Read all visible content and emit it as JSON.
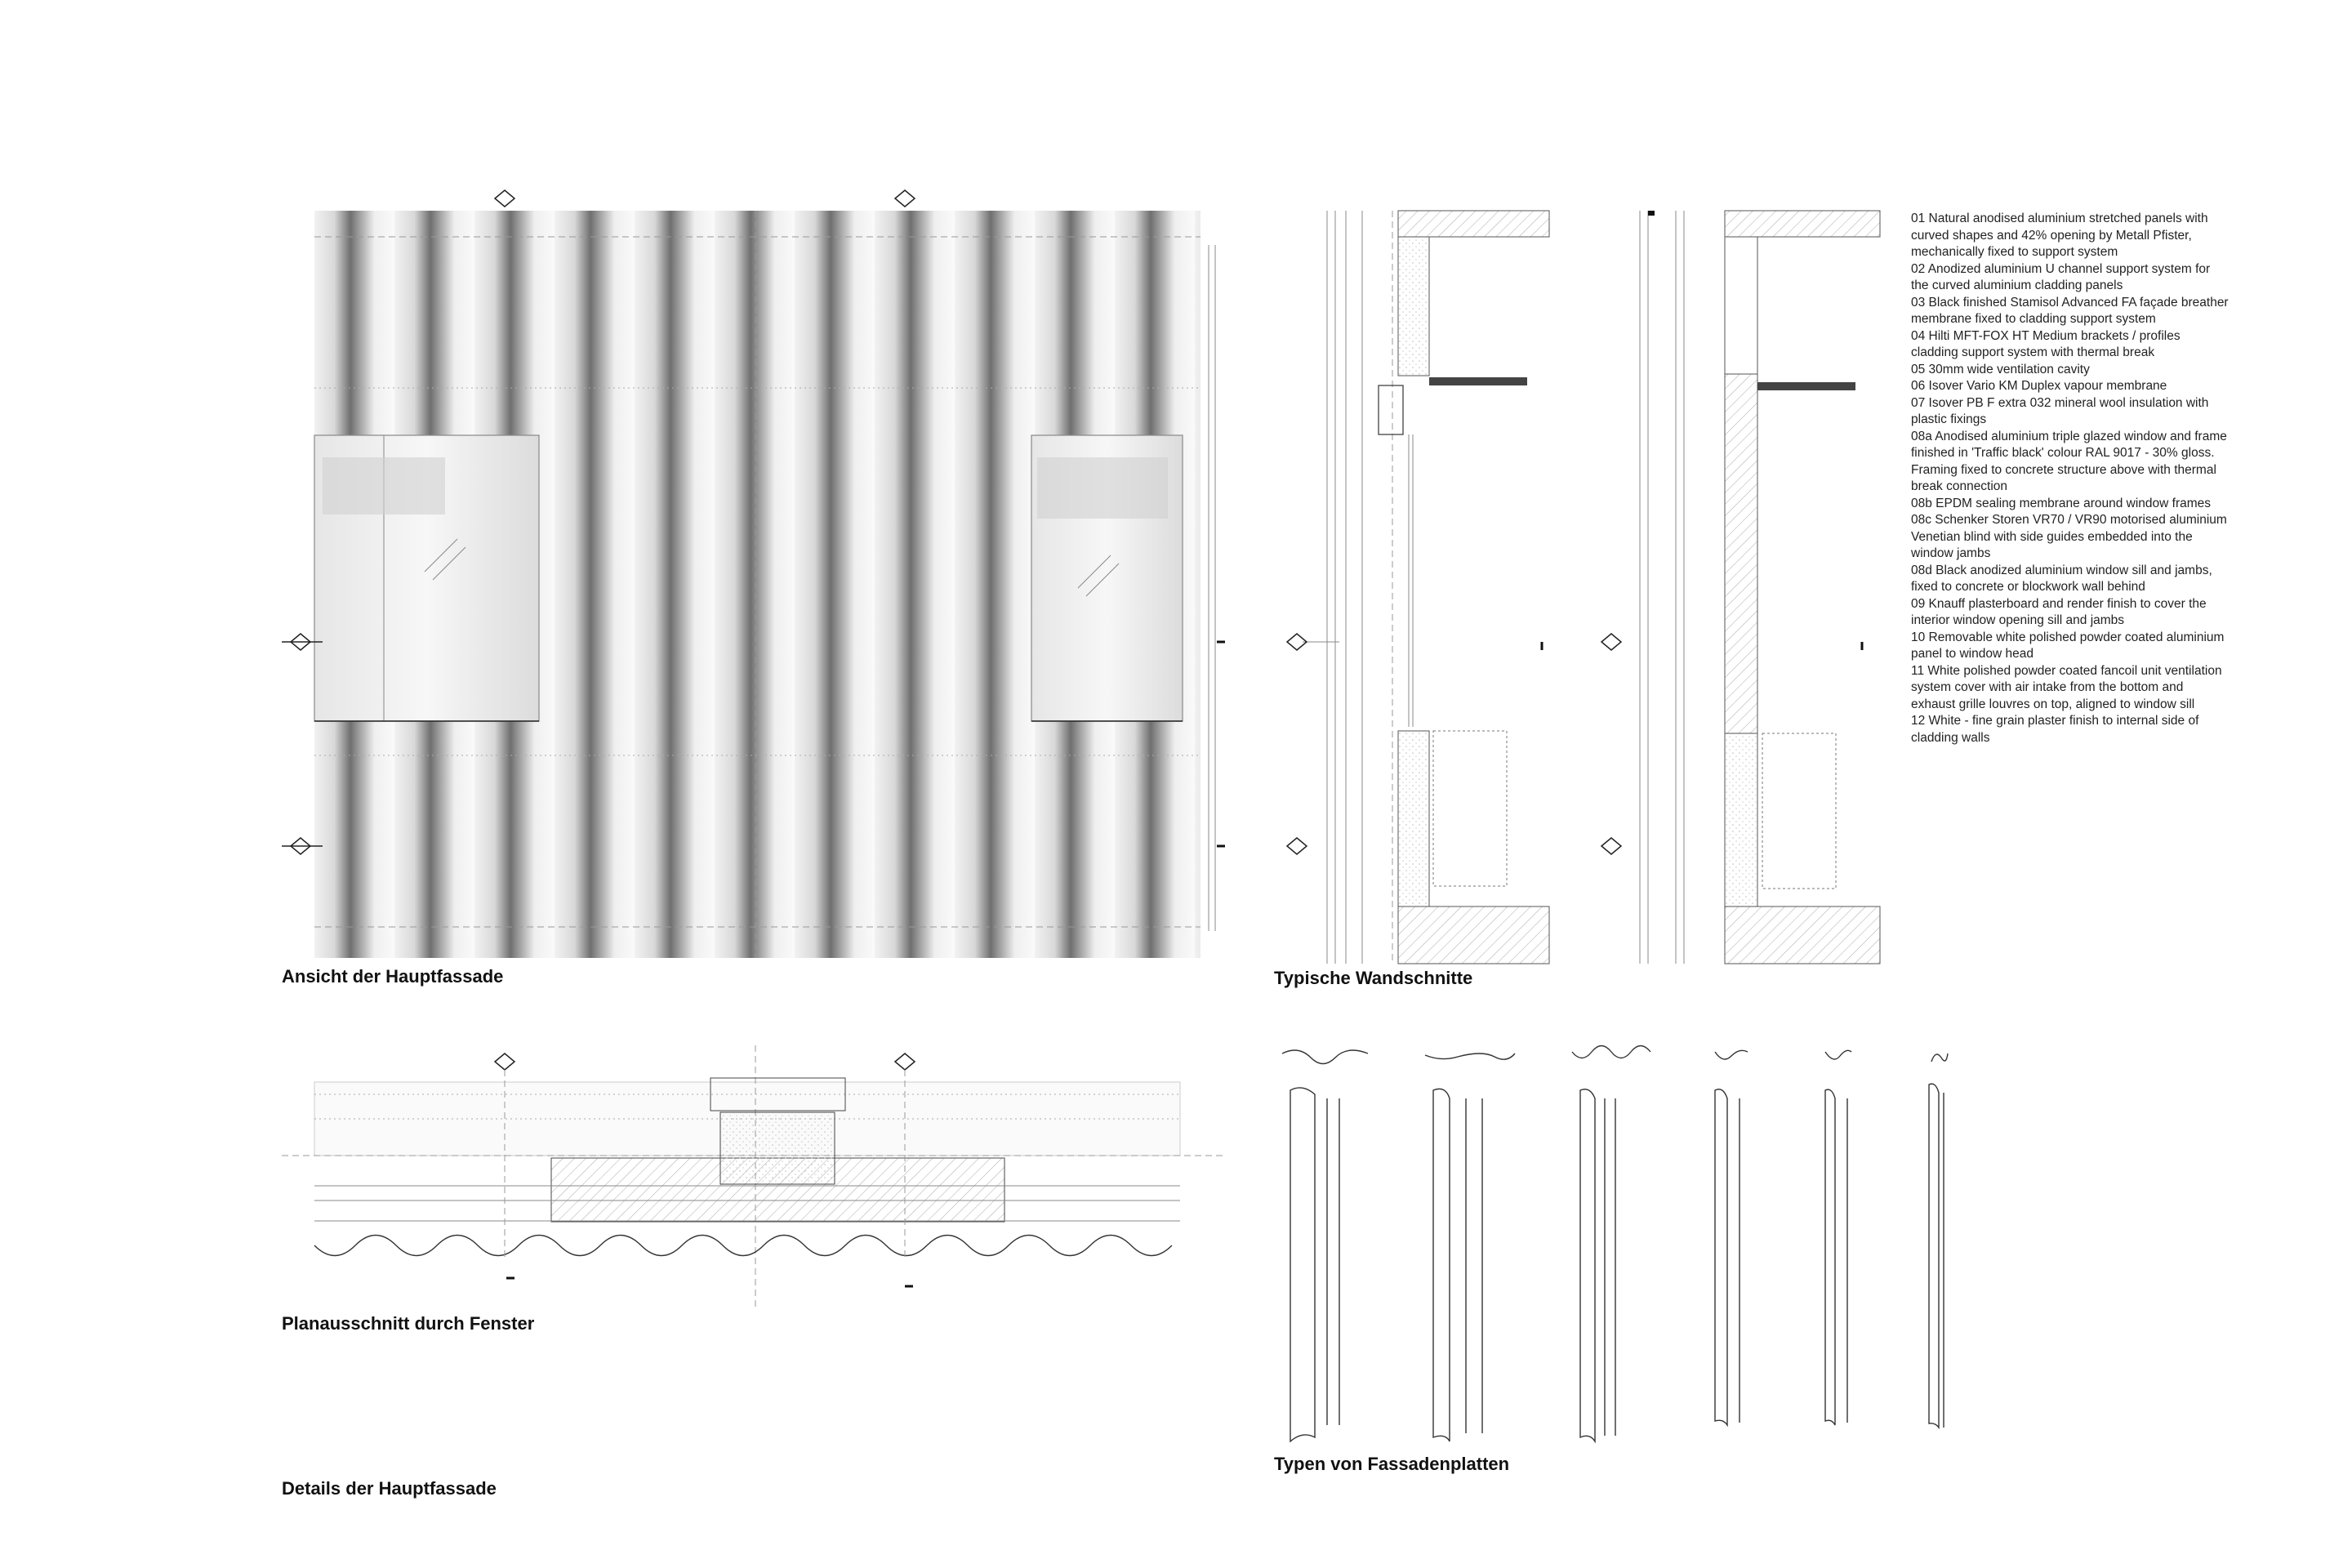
{
  "captions": {
    "facade_elevation": "Ansicht der Hauptfassade",
    "wall_sections": "Typische Wandschnitte",
    "plan_section": "Planausschnitt durch Fenster",
    "details": "Details der Hauptfassade",
    "panel_types": "Typen von Fassadenplatten"
  },
  "legend": [
    "01 Natural anodised aluminium stretched panels with curved shapes and 42% opening by Metall Pfister, mechanically fixed to support system",
    "02 Anodized aluminium U channel support system for the curved aluminium cladding panels",
    "03 Black finished Stamisol Advanced FA façade breather membrane fixed to cladding support system",
    "04 Hilti MFT-FOX HT Medium brackets / profiles cladding support system with thermal break",
    "05 30mm wide ventilation cavity",
    "06 Isover Vario KM Duplex vapour membrane",
    "07 Isover PB F extra 032 mineral wool insulation with plastic fixings",
    "08a Anodised aluminium triple glazed window and frame finished in 'Traffic black' colour RAL 9017 - 30% gloss. Framing fixed to concrete structure above with thermal break connection",
    "08b EPDM sealing membrane around window frames",
    "08c Schenker Storen VR70 / VR90 motorised aluminium Venetian blind with side guides embedded into the window jambs",
    "08d Black anodized aluminium window sill and jambs, fixed to concrete or blockwork wall behind",
    "09 Knauff plasterboard and render finish to cover the interior window opening sill and jambs",
    "10 Removable white polished powder coated aluminium panel to window head",
    "11 White polished powder coated fancoil unit ventilation system cover with air intake from the bottom and exhaust grille louvres on top, aligned to window sill",
    "12 White - fine grain plaster finish to internal side of cladding walls"
  ]
}
